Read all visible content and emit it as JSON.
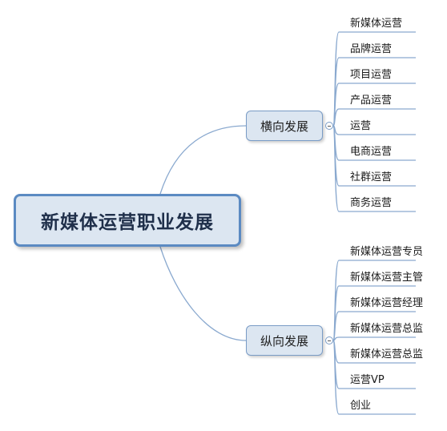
{
  "root": {
    "label": "新媒体运营职业发展"
  },
  "branches": [
    {
      "label": "横向发展",
      "children": [
        "新媒体运营",
        "品牌运营",
        "项目运营",
        "产品运营",
        "运营",
        "电商运营",
        "社群运营",
        "商务运营"
      ]
    },
    {
      "label": "纵向发展",
      "children": [
        "新媒体运营专员",
        "新媒体运营主管",
        "新媒体运营经理",
        "新媒体运营总监",
        "新媒体运营总监",
        "运营VP",
        "创业"
      ]
    }
  ],
  "colors": {
    "node_fill": "#dce6f1",
    "node_border": "#5b8ac2",
    "connector": "#8aa9cf"
  }
}
